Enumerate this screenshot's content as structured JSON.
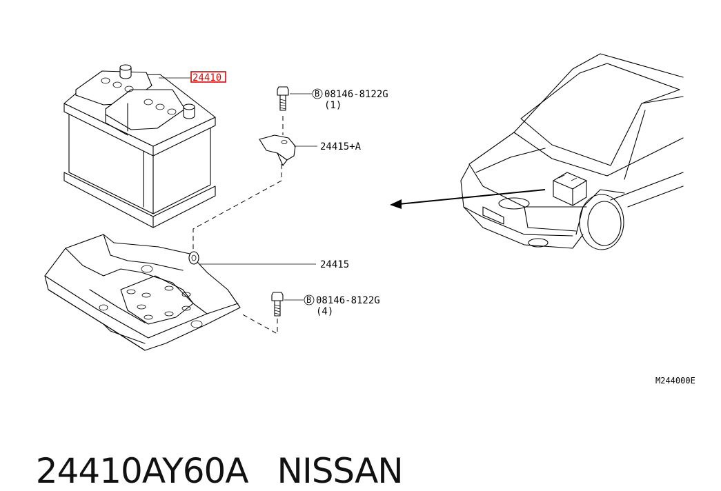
{
  "diagram": {
    "callouts": {
      "battery": "24410",
      "hold_down_frame": "24415+A",
      "battery_tray": "24415",
      "bolt_top_part": "08146-8122G",
      "bolt_top_qty": "(1)",
      "bolt_bottom_part": "08146-8122G",
      "bolt_bottom_qty": "(4)",
      "bolt_symbol": "B"
    },
    "figure_code": "M244000E",
    "highlight_color": "#e00000"
  },
  "footer": {
    "part_number": "24410AY60A",
    "brand": "NISSAN"
  }
}
